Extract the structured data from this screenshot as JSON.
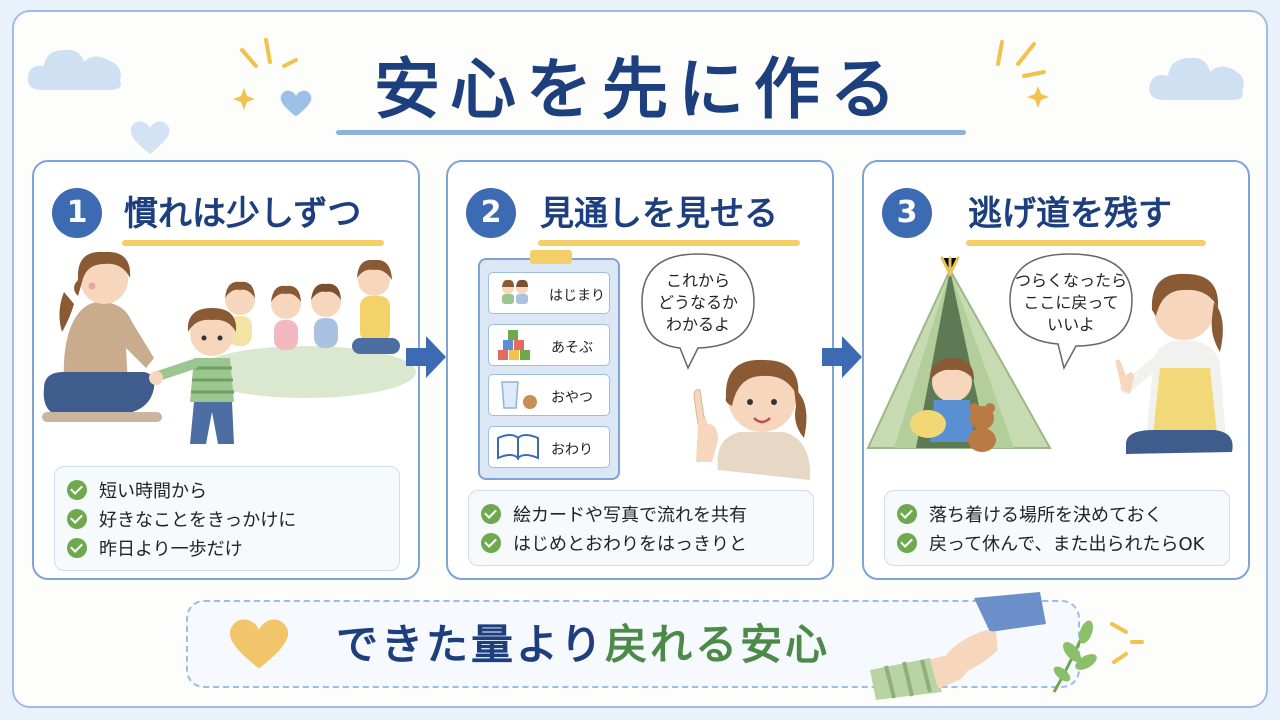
{
  "title": "安心を先に作る",
  "panels": [
    {
      "number": "1",
      "title": "慣れは少しずつ",
      "checklist": [
        "短い時間から",
        "好きなことをきっかけに",
        "昨日より一歩だけ"
      ]
    },
    {
      "number": "2",
      "title": "見通しを見せる",
      "speech": [
        "これから",
        "どうなるか",
        "わかるよ"
      ],
      "schedule_cards": [
        "はじまり",
        "あそぶ",
        "おやつ",
        "おわり"
      ],
      "checklist": [
        "絵カードや写真で流れを共有",
        "はじめとおわりをはっきりと"
      ]
    },
    {
      "number": "3",
      "title": "逃げ道を残す",
      "speech": [
        "つらくなったら",
        "ここに戻って",
        "いいよ"
      ],
      "checklist": [
        "落ち着ける場所を決めておく",
        "戻って休んで、また出られたらOK"
      ]
    }
  ],
  "slogan": {
    "part1": "できた量より",
    "part2": "戻れる安心"
  },
  "colors": {
    "title": "#1d3f7e",
    "badge": "#3d6bb3",
    "underline": "#f4cf67",
    "check": "#6eaa4d",
    "slogan_accent": "#4b8a47",
    "border": "#7ea4d6"
  },
  "icons": [
    "cloud-icon",
    "heart-icon",
    "sparkle-icon",
    "arrow-right-icon",
    "check-icon",
    "leaf-icon"
  ]
}
